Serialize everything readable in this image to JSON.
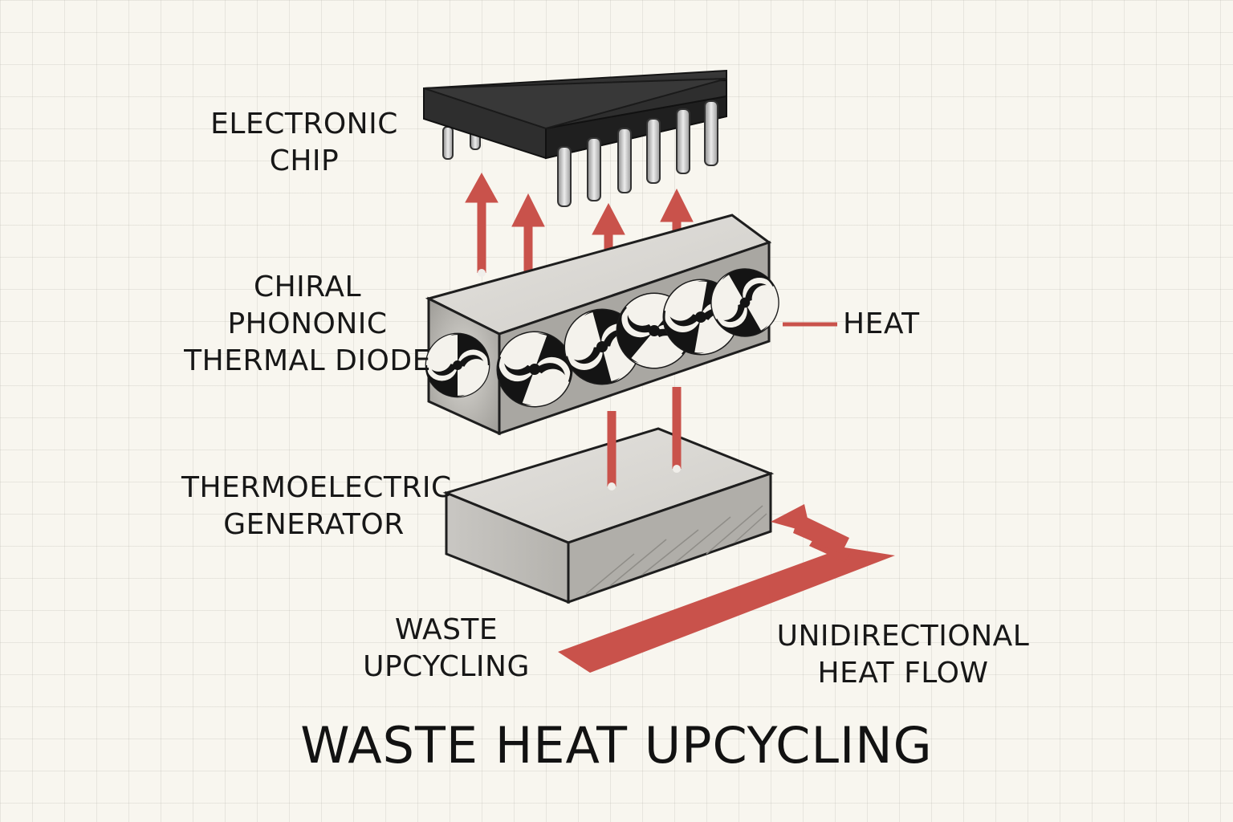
{
  "labels": {
    "chip": [
      "ELECTRONIC",
      "CHIP"
    ],
    "diode": [
      "CHIRAL",
      "PHONONIC",
      "THERMAL DIODE"
    ],
    "heat": "HEAT",
    "teg": [
      "THERMOELECTRIC",
      "GENERATOR"
    ],
    "waste": [
      "WASTE",
      "UPCYCLING"
    ],
    "flow": [
      "UNIDIRECTIONAL",
      "HEAT FLOW"
    ]
  },
  "title": "WASTE HEAT UPCYCLING",
  "colors": {
    "arrow": "#c9524b",
    "chip_body": "#2b2b2b",
    "block_face": "#b7b5b0"
  }
}
